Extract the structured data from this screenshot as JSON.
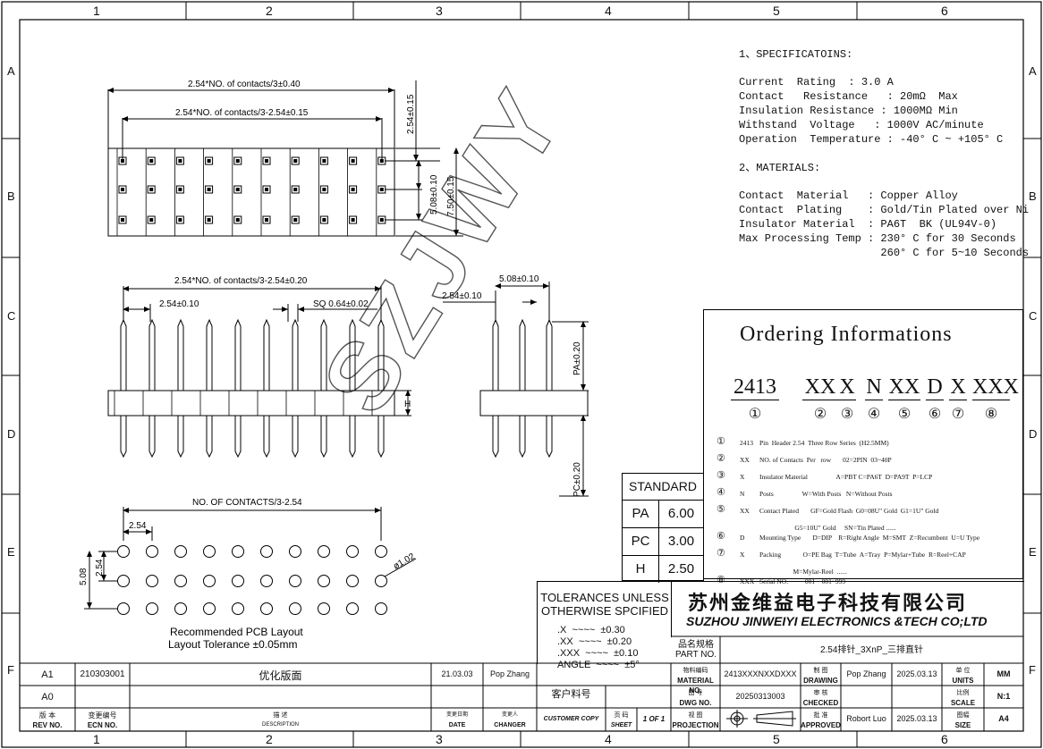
{
  "frame": {
    "columns": [
      "1",
      "2",
      "3",
      "4",
      "5",
      "6"
    ],
    "rows": [
      "A",
      "B",
      "C",
      "D",
      "E",
      "F"
    ]
  },
  "watermark": "SZJWY",
  "specs": {
    "heading1": "1、SPECIFICATOINS:",
    "lines1": [
      "Current  Rating  : 3.0 A",
      "Contact   Resistance   : 20mΩ  Max",
      "Insulation Resistance : 1000MΩ Min",
      "Withstand  Voltage   : 1000V AC/minute",
      "Operation  Temperature : -40° C ~ +105° C"
    ],
    "heading2": "2、MATERIALS:",
    "lines2": [
      "Contact  Material   : Copper Alloy",
      "Contact  Plating    : Gold/Tin Plated over Ni",
      "Insulator Material  : PA6T  BK (UL94V-0)",
      "Max Processing Temp : 230° C for 30 Seconds",
      "                      260° C for 5~10 Seconds"
    ]
  },
  "dims": {
    "top_total": "2.54*NO. of contacts/3±0.40",
    "top_inner": "2.54*NO. of contacts/3-2.54±0.15",
    "top_v1": "2.54±0.15",
    "top_v2": "5.08±0.10",
    "top_v3": "7.50±0.15",
    "side_total": "2.54*NO. of contacts/3-2.54±0.20",
    "side_pitch": "2.54±0.10",
    "side_sq": "SQ 0.64±0.02",
    "end_pitch": "5.08±0.10",
    "end_pitch2": "2.54±0.10",
    "pa": "PA±0.20",
    "pc": "PC±0.20",
    "h": "H",
    "pcb_total": "NO. OF CONTACTS/3-2.54",
    "pcb_pitch": "2.54",
    "pcb_v1": "2.54",
    "pcb_v2": "5.08",
    "pcb_hole": "ø1.02",
    "pcb_title": "Recommended PCB Layout",
    "pcb_tol": "Layout Tolerance ±0.05mm"
  },
  "standard": {
    "title": "STANDARD",
    "rows": [
      [
        "PA",
        "6.00"
      ],
      [
        "PC",
        "3.00"
      ],
      [
        "H",
        "2.50"
      ]
    ]
  },
  "ordering": {
    "title": "Ordering Informations",
    "code": [
      "2413",
      "XX",
      "X",
      "N",
      "XX",
      "D",
      "X",
      "XXX"
    ],
    "nums": [
      "①",
      "②",
      "③",
      "④",
      "⑤",
      "⑥",
      "⑦",
      "⑧"
    ],
    "items": [
      {
        "n": "①",
        "k": "2413",
        "v": "Pin  Header 2.54  Three Row Series  (H2.5MM)"
      },
      {
        "n": "②",
        "k": "XX",
        "v": "NO. of Contacts  Per   row       02=2PIN  03~40P"
      },
      {
        "n": "③",
        "k": "X",
        "v": "Insulator Material                 A=PBT C=PA6T  D=PA9T  P=LCP"
      },
      {
        "n": "④",
        "k": "N",
        "v": "Posts                 W=With Posts   N=Without Posts"
      },
      {
        "n": "⑤",
        "k": "XX",
        "v": "Contact Plated       GF=Gold Flash  G0=08U\" Gold  G1=1U\" Gold"
      },
      {
        "n": "",
        "k": "",
        "v": "                     G5=10U\" Gold     SN=Tin Plated ......"
      },
      {
        "n": "⑥",
        "k": "D",
        "v": "Mounting Type       D=DIP    R=Right Angle  M=SMT  Z=Recumbent  U=U Type"
      },
      {
        "n": "⑦",
        "k": "X",
        "v": "Packing             O=PE Bag  T=Tube  A=Tray  P=Mylar+Tube  R=Reel+CAP"
      },
      {
        "n": "",
        "k": "",
        "v": "                    M=Mylar-Reel  ......"
      },
      {
        "n": "⑧",
        "k": "XXX",
        "v": "Serial NO.          001    001~999"
      }
    ]
  },
  "tolerances": {
    "title1": "TOLERANCES UNLESS",
    "title2": "OTHERWISE SPCIFIED",
    "lines": [
      ".X  ~~~~  ±0.30",
      ".XX  ~~~~  ±0.20",
      ".XXX  ~~~~  ±0.10",
      "ANGLE  ~~~~  ±5°"
    ]
  },
  "company": {
    "cn": "苏州金维益电子科技有限公司",
    "en": "SUZHOU JINWEIYI ELECTRONICS &TECH CO;LTD"
  },
  "title_block": {
    "part_label_cn": "品名规格",
    "part_label_en": "PART NO.",
    "part_value": "2.54排针_3XnP_三排直针",
    "material_cn": "物料编码",
    "material_en": "MATERIAL NO.",
    "material_value": "2413XXXNXXDXXX",
    "drawing_cn": "制 图",
    "drawing_en": "DRAWING",
    "drawing_name": "Pop Zhang",
    "drawing_date": "2025.03.13",
    "units_cn": "单 位",
    "units_en": "UNITS",
    "units_value": "MM",
    "dwg_cn": "图 号",
    "dwg_en": "DWG NO.",
    "dwg_value": "20250313003",
    "checked_cn": "审 核",
    "checked_en": "CHECKED",
    "scale_cn": "比例",
    "scale_en": "SCALE",
    "scale_value": "N:1",
    "customer_cn": "客户料号",
    "customer_copy": "CUSTOMER COPY",
    "sheet_cn": "页 码",
    "sheet_en": "SHEET",
    "sheet_value": "1 OF 1",
    "proj_cn": "视 图",
    "proj_en": "PROJECTION",
    "approved_cn": "批 准",
    "approved_en": "APPROVED",
    "approved_name": "Robort Luo",
    "approved_date": "2025.03.13",
    "size_cn": "图幅",
    "size_en": "SIZE",
    "size_value": "A4"
  },
  "revisions": [
    {
      "rev": "A1",
      "ecn": "210303001",
      "desc": "优化版面",
      "date": "21.03.03",
      "changer": "Pop Zhang"
    },
    {
      "rev": "A0",
      "ecn": "",
      "desc": "",
      "date": "",
      "changer": ""
    }
  ],
  "rev_headers": {
    "rev_cn": "版 本",
    "rev_en": "REV NO.",
    "ecn_cn": "变更编号",
    "ecn_en": "ECN  NO.",
    "desc_cn": "描 述",
    "desc_en": "DESCRIPTION",
    "date_cn": "变更日期",
    "date_en": "DATE",
    "changer_cn": "变更人",
    "changer_en": "CHANGER"
  }
}
